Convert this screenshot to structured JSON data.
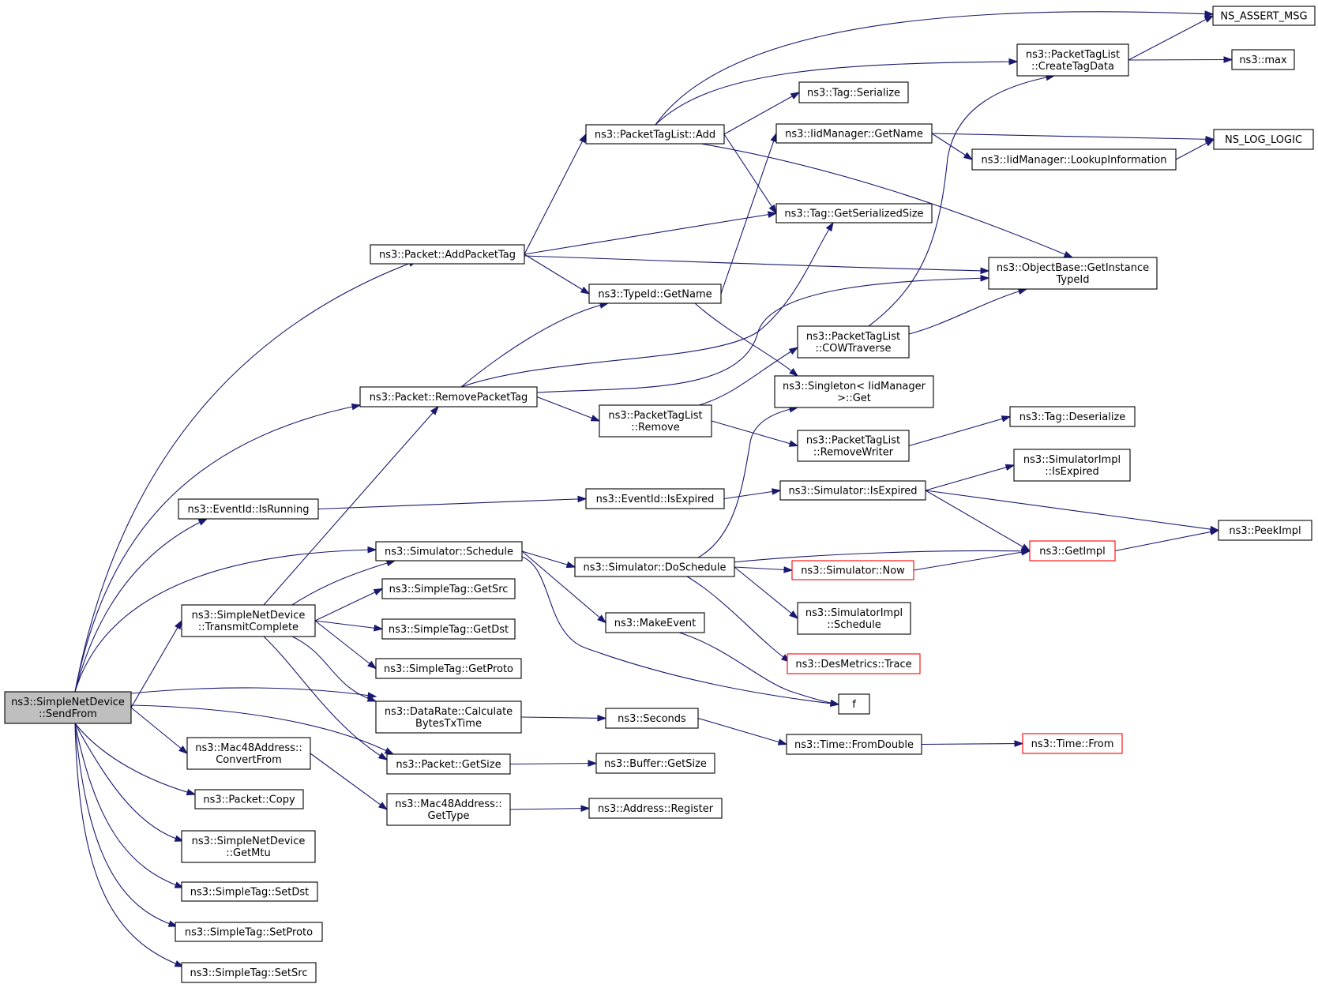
{
  "graph": {
    "edge_color": "#191970",
    "root_fill": "#bfbfbf",
    "truncated_node_border": "#ff0000",
    "nodes": [
      {
        "id": "SendFrom",
        "lines": [
          "ns3::SimpleNetDevice",
          "::SendFrom"
        ],
        "root": true
      },
      {
        "id": "AddPacketTag",
        "lines": [
          "ns3::Packet::AddPacketTag"
        ]
      },
      {
        "id": "RemovePacketTag",
        "lines": [
          "ns3::Packet::RemovePacketTag"
        ]
      },
      {
        "id": "IsRunning",
        "lines": [
          "ns3::EventId::IsRunning"
        ]
      },
      {
        "id": "Schedule",
        "lines": [
          "ns3::Simulator::Schedule"
        ]
      },
      {
        "id": "TransmitComplete",
        "lines": [
          "ns3::SimpleNetDevice",
          "::TransmitComplete"
        ]
      },
      {
        "id": "CalcBytes",
        "lines": [
          "ns3::DataRate::Calculate",
          "BytesTxTime"
        ]
      },
      {
        "id": "ConvertFrom",
        "lines": [
          "ns3::Mac48Address::",
          "ConvertFrom"
        ]
      },
      {
        "id": "PacketGetSize",
        "lines": [
          "ns3::Packet::GetSize"
        ]
      },
      {
        "id": "Copy",
        "lines": [
          "ns3::Packet::Copy"
        ]
      },
      {
        "id": "GetMtu",
        "lines": [
          "ns3::SimpleNetDevice",
          "::GetMtu"
        ]
      },
      {
        "id": "SetDst",
        "lines": [
          "ns3::SimpleTag::SetDst"
        ]
      },
      {
        "id": "SetProto",
        "lines": [
          "ns3::SimpleTag::SetProto"
        ]
      },
      {
        "id": "SetSrc",
        "lines": [
          "ns3::SimpleTag::SetSrc"
        ]
      },
      {
        "id": "PTLAdd",
        "lines": [
          "ns3::PacketTagList::Add"
        ]
      },
      {
        "id": "TypeIdGetName",
        "lines": [
          "ns3::TypeId::GetName"
        ]
      },
      {
        "id": "PTLRemove",
        "lines": [
          "ns3::PacketTagList",
          "::Remove"
        ]
      },
      {
        "id": "EventIdIsExpired",
        "lines": [
          "ns3::EventId::IsExpired"
        ]
      },
      {
        "id": "DoSchedule",
        "lines": [
          "ns3::Simulator::DoSchedule"
        ]
      },
      {
        "id": "MakeEvent",
        "lines": [
          "ns3::MakeEvent"
        ]
      },
      {
        "id": "GetSrc",
        "lines": [
          "ns3::SimpleTag::GetSrc"
        ]
      },
      {
        "id": "GetDst",
        "lines": [
          "ns3::SimpleTag::GetDst"
        ]
      },
      {
        "id": "GetProto",
        "lines": [
          "ns3::SimpleTag::GetProto"
        ]
      },
      {
        "id": "Seconds",
        "lines": [
          "ns3::Seconds"
        ]
      },
      {
        "id": "BufferGetSize",
        "lines": [
          "ns3::Buffer::GetSize"
        ]
      },
      {
        "id": "Mac48GetType",
        "lines": [
          "ns3::Mac48Address::",
          "GetType"
        ]
      },
      {
        "id": "AddressRegister",
        "lines": [
          "ns3::Address::Register"
        ]
      },
      {
        "id": "TagSerialize",
        "lines": [
          "ns3::Tag::Serialize"
        ]
      },
      {
        "id": "IidGetName",
        "lines": [
          "ns3::IidManager::GetName"
        ]
      },
      {
        "id": "GetSerializedSize",
        "lines": [
          "ns3::Tag::GetSerializedSize"
        ]
      },
      {
        "id": "COWTraverse",
        "lines": [
          "ns3::PacketTagList",
          "::COWTraverse"
        ]
      },
      {
        "id": "SingletonGet",
        "lines": [
          "ns3::Singleton< IidManager",
          ">::Get"
        ]
      },
      {
        "id": "RemoveWriter",
        "lines": [
          "ns3::PacketTagList",
          "::RemoveWriter"
        ]
      },
      {
        "id": "SimIsExpired",
        "lines": [
          "ns3::Simulator::IsExpired"
        ]
      },
      {
        "id": "SimNow",
        "lines": [
          "ns3::Simulator::Now"
        ],
        "truncated": true
      },
      {
        "id": "ImplSchedule",
        "lines": [
          "ns3::SimulatorImpl",
          "::Schedule"
        ]
      },
      {
        "id": "DesTrace",
        "lines": [
          "ns3::DesMetrics::Trace"
        ],
        "truncated": true
      },
      {
        "id": "f",
        "lines": [
          "f"
        ]
      },
      {
        "id": "FromDouble",
        "lines": [
          "ns3::Time::FromDouble"
        ]
      },
      {
        "id": "CreateTagData",
        "lines": [
          "ns3::PacketTagList",
          "::CreateTagData"
        ]
      },
      {
        "id": "LookupInformation",
        "lines": [
          "ns3::IidManager::LookupInformation"
        ]
      },
      {
        "id": "GetInstanceTypeId",
        "lines": [
          "ns3::ObjectBase::GetInstance",
          "TypeId"
        ]
      },
      {
        "id": "TagDeserialize",
        "lines": [
          "ns3::Tag::Deserialize"
        ]
      },
      {
        "id": "ImplIsExpired",
        "lines": [
          "ns3::SimulatorImpl",
          "::IsExpired"
        ]
      },
      {
        "id": "GetImpl",
        "lines": [
          "ns3::GetImpl"
        ],
        "truncated": true
      },
      {
        "id": "TimeFrom",
        "lines": [
          "ns3::Time::From"
        ],
        "truncated": true
      },
      {
        "id": "AssertMsg",
        "lines": [
          "NS_ASSERT_MSG"
        ]
      },
      {
        "id": "Max",
        "lines": [
          "ns3::max"
        ]
      },
      {
        "id": "LogLogic",
        "lines": [
          "NS_LOG_LOGIC"
        ]
      },
      {
        "id": "PeekImpl",
        "lines": [
          "ns3::PeekImpl"
        ]
      }
    ],
    "edges": [
      [
        "SendFrom",
        "AddPacketTag"
      ],
      [
        "SendFrom",
        "RemovePacketTag"
      ],
      [
        "SendFrom",
        "IsRunning"
      ],
      [
        "SendFrom",
        "Schedule"
      ],
      [
        "SendFrom",
        "TransmitComplete"
      ],
      [
        "SendFrom",
        "CalcBytes"
      ],
      [
        "SendFrom",
        "ConvertFrom"
      ],
      [
        "SendFrom",
        "PacketGetSize"
      ],
      [
        "SendFrom",
        "Copy"
      ],
      [
        "SendFrom",
        "GetMtu"
      ],
      [
        "SendFrom",
        "SetDst"
      ],
      [
        "SendFrom",
        "SetProto"
      ],
      [
        "SendFrom",
        "SetSrc"
      ],
      [
        "AddPacketTag",
        "PTLAdd"
      ],
      [
        "AddPacketTag",
        "GetSerializedSize"
      ],
      [
        "AddPacketTag",
        "GetInstanceTypeId"
      ],
      [
        "AddPacketTag",
        "TypeIdGetName"
      ],
      [
        "RemovePacketTag",
        "TypeIdGetName"
      ],
      [
        "RemovePacketTag",
        "GetSerializedSize"
      ],
      [
        "RemovePacketTag",
        "GetInstanceTypeId"
      ],
      [
        "RemovePacketTag",
        "PTLRemove"
      ],
      [
        "IsRunning",
        "EventIdIsExpired"
      ],
      [
        "Schedule",
        "DoSchedule"
      ],
      [
        "Schedule",
        "MakeEvent"
      ],
      [
        "Schedule",
        "f"
      ],
      [
        "TransmitComplete",
        "RemovePacketTag"
      ],
      [
        "TransmitComplete",
        "Schedule"
      ],
      [
        "TransmitComplete",
        "GetSrc"
      ],
      [
        "TransmitComplete",
        "GetDst"
      ],
      [
        "TransmitComplete",
        "GetProto"
      ],
      [
        "TransmitComplete",
        "CalcBytes"
      ],
      [
        "TransmitComplete",
        "PacketGetSize"
      ],
      [
        "CalcBytes",
        "Seconds"
      ],
      [
        "ConvertFrom",
        "Mac48GetType"
      ],
      [
        "PacketGetSize",
        "BufferGetSize"
      ],
      [
        "Mac48GetType",
        "AddressRegister"
      ],
      [
        "PTLAdd",
        "AssertMsg"
      ],
      [
        "PTLAdd",
        "CreateTagData"
      ],
      [
        "PTLAdd",
        "TagSerialize"
      ],
      [
        "PTLAdd",
        "GetSerializedSize"
      ],
      [
        "PTLAdd",
        "GetInstanceTypeId"
      ],
      [
        "TypeIdGetName",
        "IidGetName"
      ],
      [
        "TypeIdGetName",
        "SingletonGet"
      ],
      [
        "PTLRemove",
        "COWTraverse"
      ],
      [
        "PTLRemove",
        "RemoveWriter"
      ],
      [
        "EventIdIsExpired",
        "SimIsExpired"
      ],
      [
        "DoSchedule",
        "SingletonGet"
      ],
      [
        "DoSchedule",
        "GetImpl"
      ],
      [
        "DoSchedule",
        "SimNow"
      ],
      [
        "DoSchedule",
        "ImplSchedule"
      ],
      [
        "DoSchedule",
        "DesTrace"
      ],
      [
        "MakeEvent",
        "f"
      ],
      [
        "Seconds",
        "FromDouble"
      ],
      [
        "IidGetName",
        "LogLogic"
      ],
      [
        "IidGetName",
        "LookupInformation"
      ],
      [
        "COWTraverse",
        "CreateTagData"
      ],
      [
        "COWTraverse",
        "GetInstanceTypeId"
      ],
      [
        "RemoveWriter",
        "TagDeserialize"
      ],
      [
        "SimIsExpired",
        "ImplIsExpired"
      ],
      [
        "SimIsExpired",
        "GetImpl"
      ],
      [
        "SimIsExpired",
        "PeekImpl"
      ],
      [
        "SimNow",
        "GetImpl"
      ],
      [
        "FromDouble",
        "TimeFrom"
      ],
      [
        "CreateTagData",
        "AssertMsg"
      ],
      [
        "CreateTagData",
        "Max"
      ],
      [
        "LookupInformation",
        "LogLogic"
      ],
      [
        "GetImpl",
        "PeekImpl"
      ]
    ]
  }
}
